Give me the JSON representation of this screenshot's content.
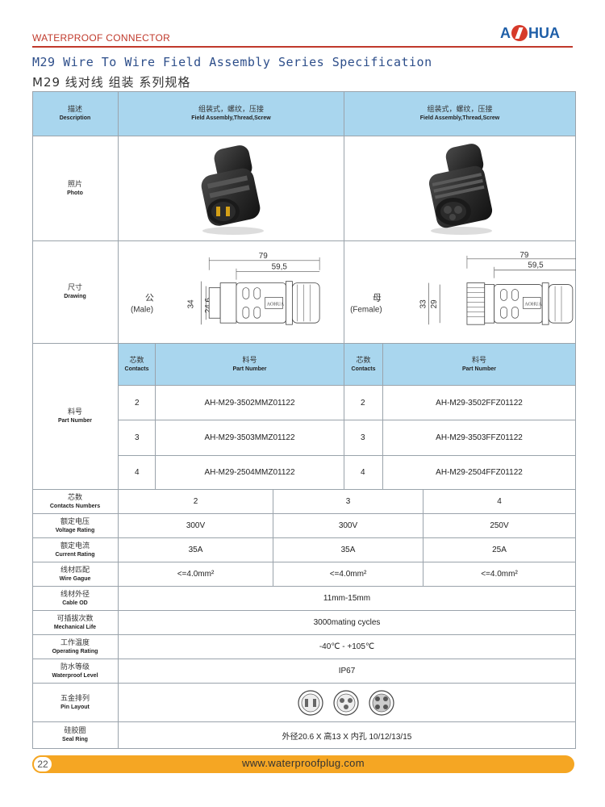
{
  "header": {
    "category": "WATERPROOF CONNECTOR",
    "logo_left": "A",
    "logo_right": "HUA"
  },
  "title": {
    "en": "M29 Wire To Wire Field Assembly Series Specification",
    "cn": "M29 线对线 组装 系列规格"
  },
  "rows": {
    "description": {
      "cn": "描述",
      "en": "Description"
    },
    "photo": {
      "cn": "照片",
      "en": "Photo"
    },
    "drawing": {
      "cn": "尺寸",
      "en": "Drawing"
    },
    "part_number": {
      "cn": "料号",
      "en": "Part Number"
    },
    "contacts_numbers": {
      "cn": "芯数",
      "en": "Contacts Numbers"
    },
    "voltage": {
      "cn": "额定电压",
      "en": "Voltage Rating"
    },
    "current": {
      "cn": "额定电流",
      "en": "Current Rating"
    },
    "wire": {
      "cn": "线材匹配",
      "en": "Wire Gague"
    },
    "cable": {
      "cn": "线材外径",
      "en": "Cable OD"
    },
    "mechanical": {
      "cn": "可插拔次数",
      "en": "Mechanical Life"
    },
    "operating": {
      "cn": "工作温度",
      "en": "Operating Rating"
    },
    "waterproof": {
      "cn": "防水等级",
      "en": "Waterproof Level"
    },
    "pin_layout": {
      "cn": "五金排列",
      "en": "Pin Layout"
    },
    "seal": {
      "cn": "硅胶圈",
      "en": "Seal Ring"
    }
  },
  "description_values": {
    "male": {
      "cn": "组装式，螺纹，压接",
      "en": "Field Assembly,Thread,Screw"
    },
    "female": {
      "cn": "组装式，螺纹，压接",
      "en": "Field Assembly,Thread,Screw"
    }
  },
  "drawing": {
    "male": {
      "cn": "公",
      "en": "(Male)",
      "len_total": "79",
      "len_body": "59,5",
      "h_outer": "34",
      "h_inner": "24,6",
      "mark": "AOHUA"
    },
    "female": {
      "cn": "母",
      "en": "(Female)",
      "len_total": "79",
      "len_body": "59,5",
      "h_outer": "33",
      "h_inner": "29",
      "mark": "AOHUA"
    }
  },
  "part_table": {
    "contacts_header": {
      "cn": "芯数",
      "en": "Contacts"
    },
    "part_header": {
      "cn": "料号",
      "en": "Part Number"
    },
    "items": [
      {
        "contacts": "2",
        "male": "AH-M29-3502MMZ01122",
        "female": "AH-M29-3502FFZ01122"
      },
      {
        "contacts": "3",
        "male": "AH-M29-3503MMZ01122",
        "female": "AH-M29-3503FFZ01122"
      },
      {
        "contacts": "4",
        "male": "AH-M29-2504MMZ01122",
        "female": "AH-M29-2504FFZ01122"
      }
    ]
  },
  "specs": {
    "contacts": [
      "2",
      "3",
      "4"
    ],
    "voltage": [
      "300V",
      "300V",
      "250V"
    ],
    "current": [
      "35A",
      "35A",
      "25A"
    ],
    "wire": [
      "<=4.0mm²",
      "<=4.0mm²",
      "<=4.0mm²"
    ],
    "cable": "11mm-15mm",
    "mechanical": "3000mating cycles",
    "operating": "-40℃ - +105℃",
    "waterproof": "IP67",
    "seal": "外径20.6 X 高13 X 内孔 10/12/13/15"
  },
  "footer": {
    "page": "22",
    "website": "www.waterproofplug.com"
  },
  "colors": {
    "header_red": "#c0392b",
    "title_blue": "#2d4e8a",
    "table_header_blue": "#a9d6ee",
    "footer_orange": "#f5a623"
  }
}
